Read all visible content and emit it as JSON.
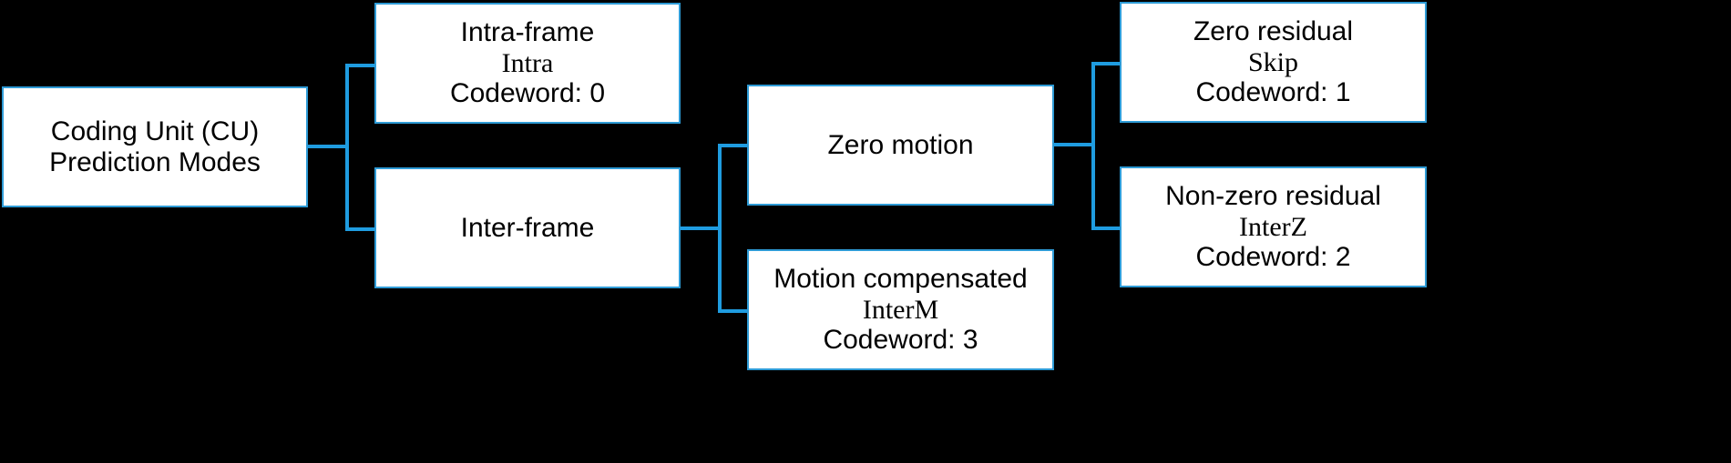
{
  "diagram": {
    "title": "Coding Unit (CU) Prediction Modes tree",
    "background_color": "#000000",
    "box_fill_color": "#FFFFFF",
    "box_border_color": "#2E9BD6",
    "connector_color": "#1F9CE0",
    "text_color": "#000000"
  },
  "nodes": {
    "cu": {
      "line1": "Coding Unit (CU)",
      "line2": "Prediction Modes"
    },
    "intra": {
      "line1": "Intra-frame",
      "line2": "Intra",
      "line3": "Codeword: 0",
      "codeword": "0",
      "mode_name": "Intra"
    },
    "inter": {
      "line1": "Inter-frame"
    },
    "zero_motion": {
      "line1": "Zero motion"
    },
    "motion_compensated": {
      "line1": "Motion compensated",
      "line2": "InterM",
      "line3": "Codeword: 3",
      "codeword": "3",
      "mode_name": "InterM"
    },
    "zero_residual": {
      "line1": "Zero residual",
      "line2": "Skip",
      "line3": "Codeword: 1",
      "codeword": "1",
      "mode_name": "Skip"
    },
    "nonzero_residual": {
      "line1": "Non-zero residual",
      "line2": "InterZ",
      "line3": "Codeword: 2",
      "codeword": "2",
      "mode_name": "InterZ"
    }
  }
}
